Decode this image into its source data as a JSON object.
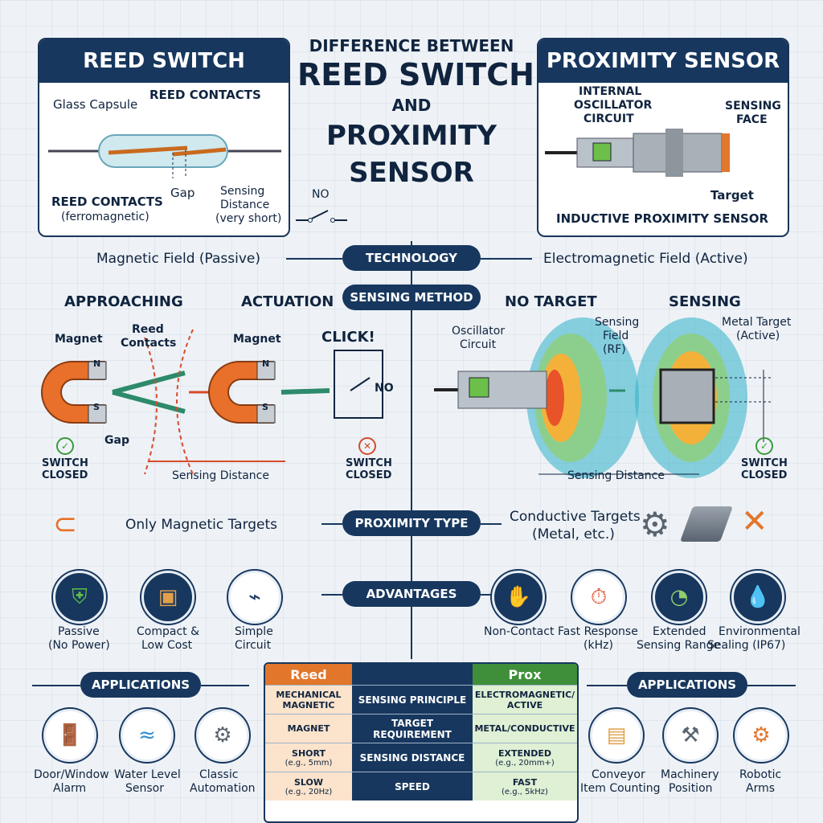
{
  "title": {
    "line1": "DIFFERENCE BETWEEN",
    "line2": "REED SWITCH",
    "line3": "AND",
    "line4": "PROXIMITY",
    "line5": "SENSOR"
  },
  "reed_panel": {
    "header": "REED SWITCH",
    "glass_capsule": "Glass Capsule",
    "reed_contacts_top": "REED CONTACTS",
    "reed_contacts_bottom": "REED CONTACTS",
    "ferromagnetic": "(ferromagnetic)",
    "gap": "Gap",
    "sensing": "Sensing",
    "distance": "Distance",
    "very_short": "(very short)",
    "no": "NO"
  },
  "prox_panel": {
    "header": "PROXIMITY SENSOR",
    "internal": "INTERNAL",
    "oscillator": "OSCILLATOR",
    "circuit": "CIRCUIT",
    "sensing": "SENSING",
    "face": "FACE",
    "target": "Target",
    "caption": "INDUCTIVE PROXIMITY SENSOR"
  },
  "technology": {
    "pill": "TECHNOLOGY",
    "left": "Magnetic Field (Passive)",
    "right": "Electromagnetic Field (Active)"
  },
  "sensing_method": {
    "pill": "SENSING METHOD",
    "approaching": "APPROACHING",
    "actuation": "ACTUATION",
    "no_target": "NO TARGET",
    "sensing": "SENSING",
    "magnet1": "Magnet",
    "reed": "Reed",
    "contacts": "Contacts",
    "magnet2": "Magnet",
    "click": "CLICK!",
    "no": "NO",
    "gap": "Gap",
    "n": "N",
    "s": "S",
    "switch1": "SWITCH",
    "closed1": "CLOSED",
    "switch2": "SWITCH",
    "closed2": "CLOSED",
    "reed_distance": "Sensing Distance",
    "osc1": "Oscillator",
    "osc2": "Circuit",
    "field1": "Sensing",
    "field2": "Field",
    "field3": "(RF)",
    "metal1": "Metal Target",
    "metal2": "(Active)",
    "prox_distance": "Sensing Distance",
    "switch3": "SWITCH",
    "closed3": "CLOSED"
  },
  "proximity_type": {
    "pill": "PROXIMITY TYPE",
    "left": "Only Magnetic Targets",
    "right1": "Conductive Targets",
    "right2": "(Metal, etc.)"
  },
  "advantages": {
    "pill": "ADVANTAGES",
    "left": [
      {
        "l1": "Passive",
        "l2": "(No Power)",
        "icon": "shield-icon"
      },
      {
        "l1": "Compact &",
        "l2": "Low Cost",
        "icon": "box-icon"
      },
      {
        "l1": "Simple",
        "l2": "Circuit",
        "icon": "circuit-icon"
      }
    ],
    "right": [
      {
        "l1": "Non-Contact",
        "l2": "",
        "icon": "hand-icon"
      },
      {
        "l1": "Fast Response",
        "l2": "(kHz)",
        "icon": "stopwatch-icon"
      },
      {
        "l1": "Extended",
        "l2": "Sensing Range",
        "icon": "gauge-icon"
      },
      {
        "l1": "Environmental",
        "l2": "Sealing (IP67)",
        "icon": "water-drop-icon"
      }
    ]
  },
  "applications": {
    "left_pill": "APPLICATIONS",
    "right_pill": "APPLICATIONS",
    "left": [
      {
        "l1": "Door/Window",
        "l2": "Alarm"
      },
      {
        "l1": "Water Level",
        "l2": "Sensor"
      },
      {
        "l1": "Classic",
        "l2": "Automation"
      }
    ],
    "right": [
      {
        "l1": "Conveyor",
        "l2": "Item Counting"
      },
      {
        "l1": "Machinery",
        "l2": "Position"
      },
      {
        "l1": "Robotic",
        "l2": "Arms"
      }
    ]
  },
  "table": {
    "head_reed": "Reed",
    "head_prox": "Prox",
    "rows": [
      {
        "reed": "MECHANICAL",
        "reed2": "MAGNETIC",
        "label": "SENSING PRINCIPLE",
        "prox": "ELECTROMAGNETIC/",
        "prox2": "ACTIVE"
      },
      {
        "reed": "MAGNET",
        "reed2": "",
        "label": "TARGET REQUIREMENT",
        "prox": "METAL/CONDUCTIVE",
        "prox2": ""
      },
      {
        "reed": "SHORT",
        "reed2": "(e.g., 5mm)",
        "label": "SENSING DISTANCE",
        "prox": "EXTENDED",
        "prox2": "(e.g., 20mm+)"
      },
      {
        "reed": "SLOW",
        "reed2": "(e.g., 20Hz)",
        "label": "SPEED",
        "prox": "FAST",
        "prox2": "(e.g., 5kHz)"
      }
    ]
  }
}
